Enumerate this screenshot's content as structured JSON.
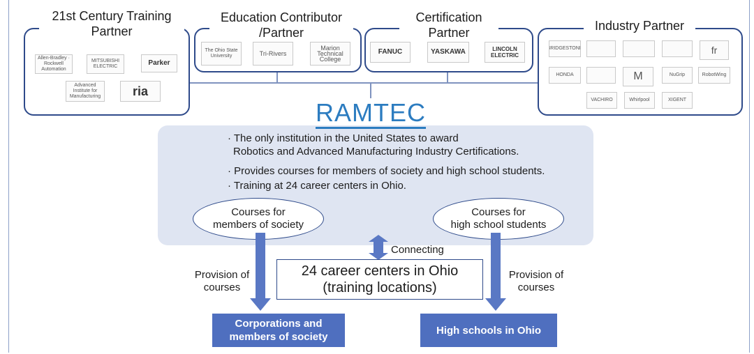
{
  "partners": {
    "training": {
      "title_line1": "21st Century Training",
      "title_line2": "Partner",
      "logos": [
        "Allen-Bradley · Rockwell Automation",
        "MITSUBISHI ELECTRIC",
        "Parker",
        "Advanced Institute for Manufacturing",
        "ria"
      ]
    },
    "education": {
      "title_line1": "Education Contributor",
      "title_line2": "/Partner",
      "logos": [
        "The Ohio State University",
        "Tri-Rivers",
        "Marion Technical College"
      ]
    },
    "certification": {
      "title_line1": "Certification",
      "title_line2": "Partner",
      "logos": [
        "FANUC",
        "YASKAWA",
        "LINCOLN ELECTRIC"
      ]
    },
    "industry": {
      "title": "Industry Partner",
      "logos": [
        "BRIDGESTONE",
        "",
        "",
        "",
        "fr",
        "HONDA",
        "",
        "M",
        "NuGrip",
        "RobotWing",
        "VACHIRO",
        "Whirlpool",
        "XIGENT"
      ]
    }
  },
  "ramtec": {
    "name": "RAMTEC",
    "bullet1_line1": "· The only institution in the United States to award",
    "bullet1_line2": "Robotics and Advanced Manufacturing Industry Certifications.",
    "bullet2": "· Provides courses for members of society and high school students.",
    "bullet3": "· Training at 24 career centers in Ohio."
  },
  "courses": {
    "society_line1": "Courses for",
    "society_line2": "members of society",
    "highschool_line1": "Courses for",
    "highschool_line2": "high school students"
  },
  "connecting": "Connecting",
  "career_centers": {
    "line1": "24 career centers in Ohio",
    "line2": "(training locations)"
  },
  "provision_left": {
    "line1": "Provision of",
    "line2": "courses"
  },
  "provision_right": {
    "line1": "Provision of",
    "line2": "courses"
  },
  "targets": {
    "corporations_line1": "Corporations and",
    "corporations_line2": "members of society",
    "highschools": "High schools in Ohio"
  },
  "colors": {
    "border": "#2e4a8a",
    "ramtec": "#2c7cc0",
    "panel": "#dfe5f2",
    "arrow": "#5a78c4",
    "target_box": "#4f6fbf"
  }
}
